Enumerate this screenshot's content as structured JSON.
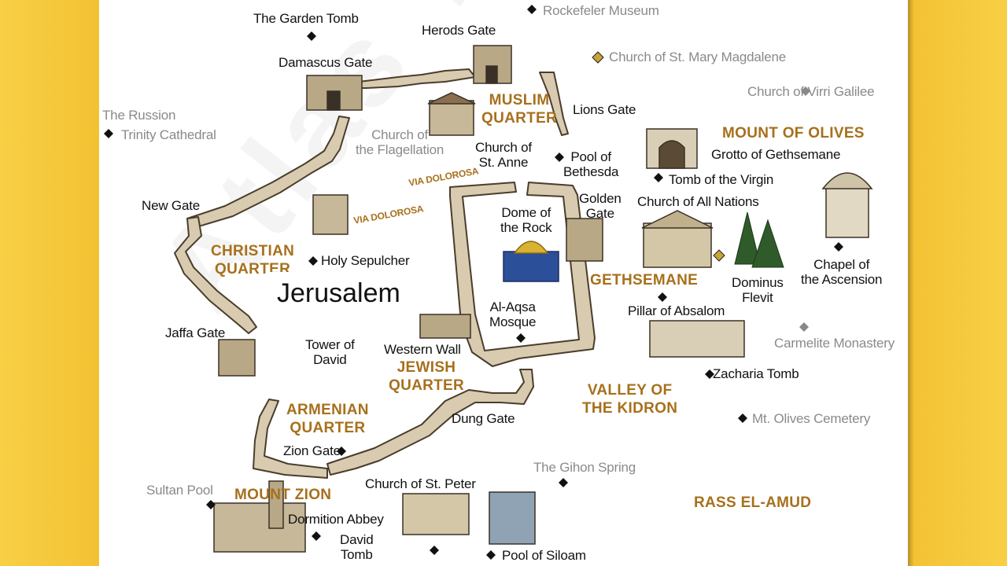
{
  "map": {
    "title": "Jerusalem",
    "watermark": "Atlas Travel",
    "labels": {
      "garden_tomb": "The Garden Tomb",
      "rockefeler_museum": "Rockefeler Museum",
      "herods_gate": "Herods Gate",
      "damascus_gate": "Damascus Gate",
      "church_mary_magdalene": "Church of St. Mary Magdalene",
      "russian_cathedral_1": "The Russion",
      "russian_cathedral_2": "Trinity Cathedral",
      "church_flagellation": "Church of\nthe Flagellation",
      "muslim_quarter": "MUSLIM\nQUARTER",
      "lions_gate": "Lions Gate",
      "church_virri_galilee": "Church of Virri Galilee",
      "church_st_anne": "Church of\nSt. Anne",
      "pool_bethesda": "Pool of\nBethesda",
      "mount_of_olives": "MOUNT OF OLIVES",
      "grotto_gethsemane": "Grotto of Gethsemane",
      "via_dolorosa_1": "VIA DOLOROSA",
      "via_dolorosa_2": "VIA DOLOROSA",
      "tomb_virgin": "Tomb of the Virgin",
      "new_gate": "New Gate",
      "golden_gate": "Golden\nGate",
      "church_all_nations": "Church of All Nations",
      "dome_of_rock": "Dome of\nthe Rock",
      "christian_quarter": "CHRISTIAN\nQUARTER",
      "holy_sepulcher": "Holy Sepulcher",
      "chapel_ascension": "Chapel of\nthe Ascension",
      "gethsemane": "GETHSEMANE",
      "dominus_flevit": "Dominus\nFlevit",
      "al_aqsa": "Al-Aqsa\nMosque",
      "pillar_absalom": "Pillar of Absalom",
      "jaffa_gate": "Jaffa Gate",
      "tower_david": "Tower of\nDavid",
      "western_wall": "Western Wall",
      "carmelite_monastery": "Carmelite Monastery",
      "jewish_quarter": "JEWISH\nQUARTER",
      "zacharia_tomb": "Zacharia Tomb",
      "valley_kidron": "VALLEY OF\nTHE KIDRON",
      "armenian_quarter": "ARMENIAN\nQUARTER",
      "dung_gate": "Dung Gate",
      "mt_olives_cemetery": "Mt. Olives Cemetery",
      "zion_gate": "Zion Gate",
      "gihon_spring": "The Gihon Spring",
      "sultan_pool": "Sultan Pool",
      "church_st_peter": "Church of St. Peter",
      "mount_zion": "MOUNT ZION",
      "rass_el_amud": "RASS EL-AMUD",
      "dormition_abbey": "Dormition Abbey",
      "david_tomb": "David\nTomb",
      "pool_siloam": "Pool of Siloam"
    },
    "colors": {
      "frame": "#f6c73a",
      "quarter_text": "#a7701c",
      "wall": "#d8cbb0",
      "wall_stroke": "#4a3d2c",
      "gray_text": "#8a8a8a"
    }
  }
}
